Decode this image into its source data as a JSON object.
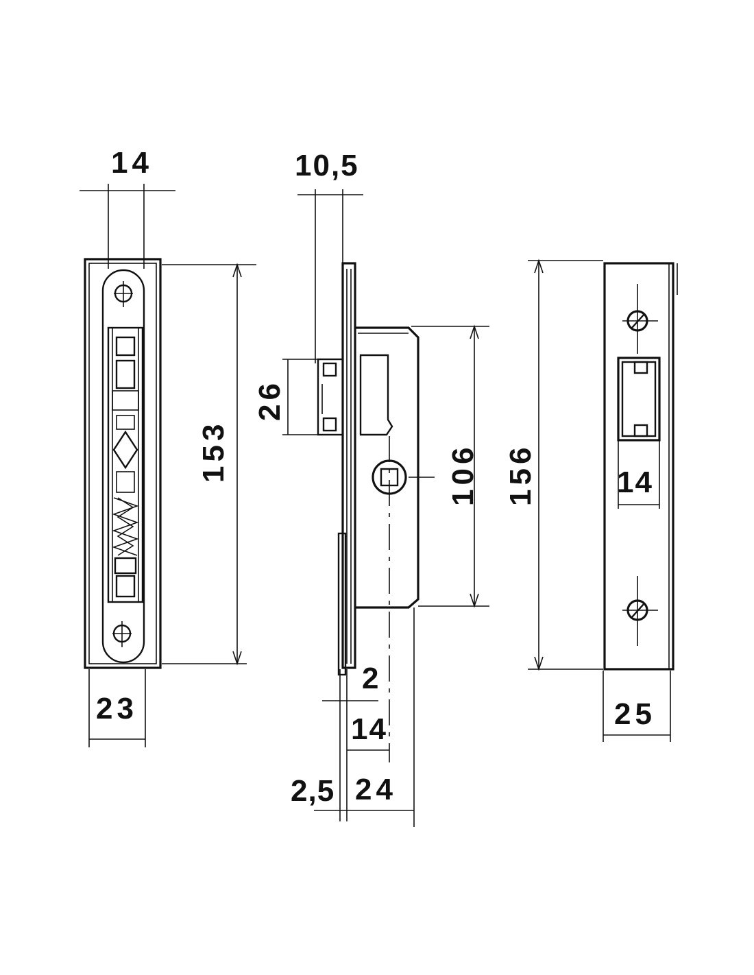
{
  "dimensions": {
    "strike_width_top": "14",
    "strike_height": "153",
    "strike_width_bottom": "23",
    "lock_depth_top": "10,5",
    "latch_height": "26",
    "spindle_to_bottom": "106",
    "faceplate_thickness": "2",
    "backset": "14",
    "flange_thickness": "2,5",
    "case_depth": "24",
    "faceplate_height": "156",
    "latch_window_width": "14",
    "faceplate_width": "25"
  },
  "colors": {
    "line": "#111111",
    "background": "#ffffff"
  }
}
